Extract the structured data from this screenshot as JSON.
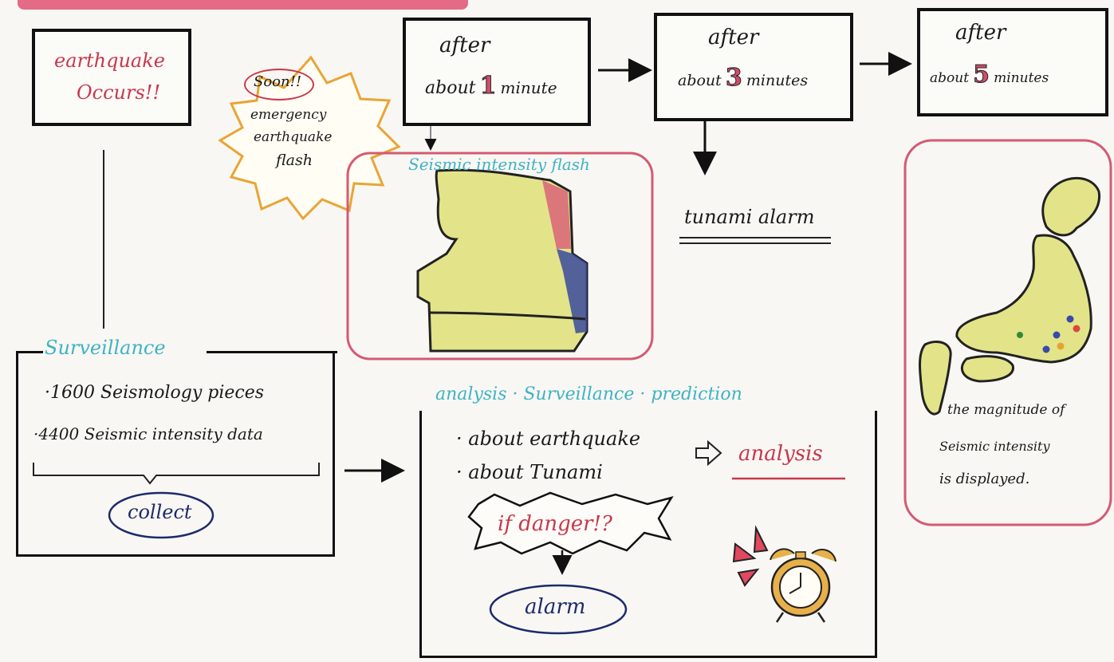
{
  "colors": {
    "accent_red": "#c8384c",
    "teal": "#3fb3c4",
    "navy": "#1d2a6b",
    "pink_frame": "#d45a72",
    "orange_burst": "#e8a535",
    "map_yellow": "#e3e48a"
  },
  "start": {
    "line1": "earthquake",
    "line2": "Occurs!!"
  },
  "soon": {
    "tag": "Soon!!",
    "line1": "emergency",
    "line2": "earthquake",
    "line3": "flash"
  },
  "steps": [
    {
      "line1": "after",
      "prefix": "about",
      "number": "1",
      "suffix": "minute"
    },
    {
      "line1": "after",
      "prefix": "about",
      "number": "3",
      "suffix": "minutes"
    },
    {
      "line1": "after",
      "prefix": "about",
      "number": "5",
      "suffix": "minutes"
    }
  ],
  "seismic_flash": {
    "title": "Seismic intensity flash"
  },
  "tsunami": {
    "label": "tunami alarm"
  },
  "japan_map": {
    "line1": "the magnitude of",
    "line2": "Seismic intensity",
    "line3": "is displayed."
  },
  "surveillance": {
    "title": "Surveillance",
    "item1": "·1600 Seismology pieces",
    "item2": "·4400 Seismic intensity data",
    "collect": "collect"
  },
  "analysis_panel": {
    "title": "analysis · Surveillance · prediction",
    "item1": "· about earthquake",
    "item2": "· about Tunami",
    "result": "analysis",
    "danger": "if danger!?",
    "alarm": "alarm"
  },
  "icons": [
    "arrow-right-icon",
    "arrow-down-icon",
    "hollow-arrow-icon",
    "alarm-clock-icon",
    "japan-map",
    "intensity-map"
  ]
}
